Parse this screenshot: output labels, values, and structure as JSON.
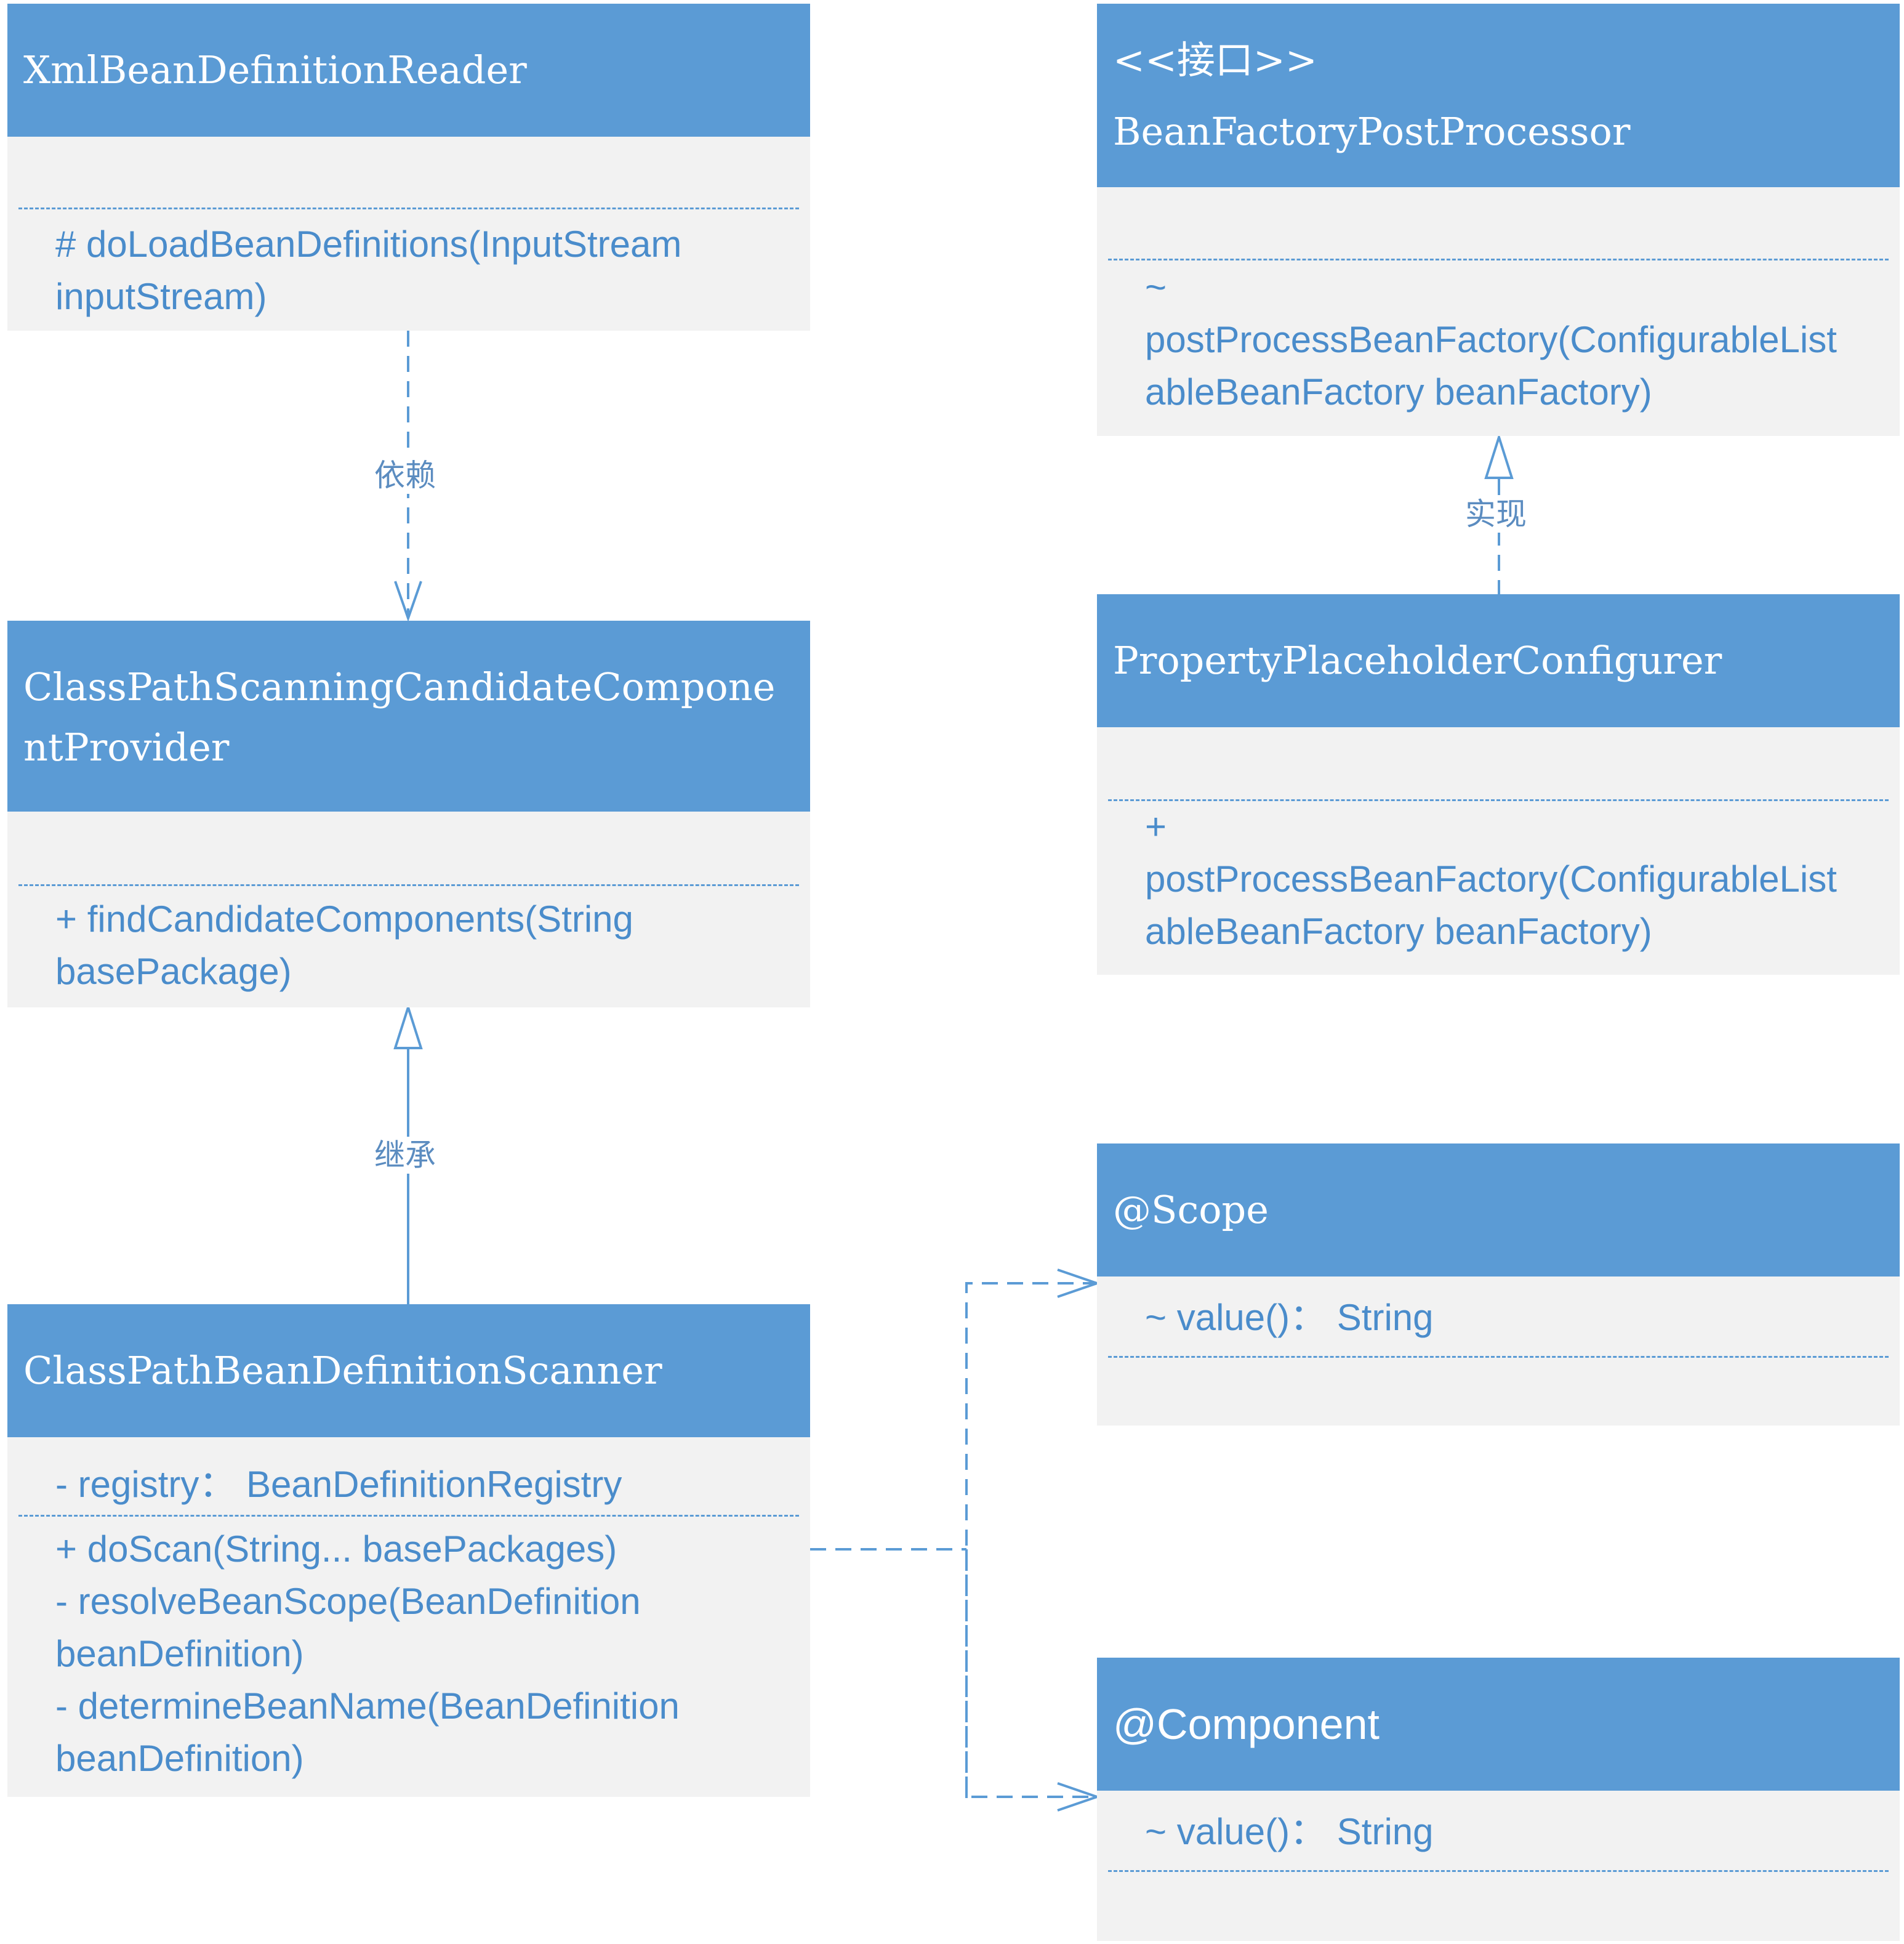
{
  "classes": {
    "xml_reader": {
      "name": "XmlBeanDefinitionReader",
      "methods": [
        "# doLoadBeanDefinitions(InputStream",
        "inputStream)"
      ]
    },
    "bfpp": {
      "stereotype": "<<接口>>",
      "name": "BeanFactoryPostProcessor",
      "methods": [
        "~",
        "postProcessBeanFactory(ConfigurableList",
        "ableBeanFactory beanFactory)"
      ]
    },
    "provider": {
      "name_lines": [
        "ClassPathScanningCandidateCompone",
        "ntProvider"
      ],
      "methods": [
        "+ findCandidateComponents(String",
        "basePackage)"
      ]
    },
    "ppc": {
      "name": "PropertyPlaceholderConfigurer",
      "methods": [
        "+",
        "postProcessBeanFactory(ConfigurableList",
        "ableBeanFactory beanFactory)"
      ]
    },
    "scanner": {
      "name": "ClassPathBeanDefinitionScanner",
      "fields": [
        "- registry：  BeanDefinitionRegistry"
      ],
      "methods": [
        "+ doScan(String... basePackages)",
        "- resolveBeanScope(BeanDefinition",
        "beanDefinition)",
        "- determineBeanName(BeanDefinition",
        "beanDefinition)"
      ]
    },
    "scope": {
      "name": "@Scope",
      "fields": [
        "~ value()：  String"
      ]
    },
    "component": {
      "name": "@Component",
      "fields": [
        "~ value()：  String"
      ]
    }
  },
  "relations": {
    "dependency_label": "依赖",
    "realization_label": "实现",
    "inheritance_label": "继承"
  },
  "colors": {
    "header_fill": "#5b9bd5",
    "body_fill": "#f2f2f2",
    "text": "#4a8ccb",
    "line": "#5b9bd5"
  }
}
